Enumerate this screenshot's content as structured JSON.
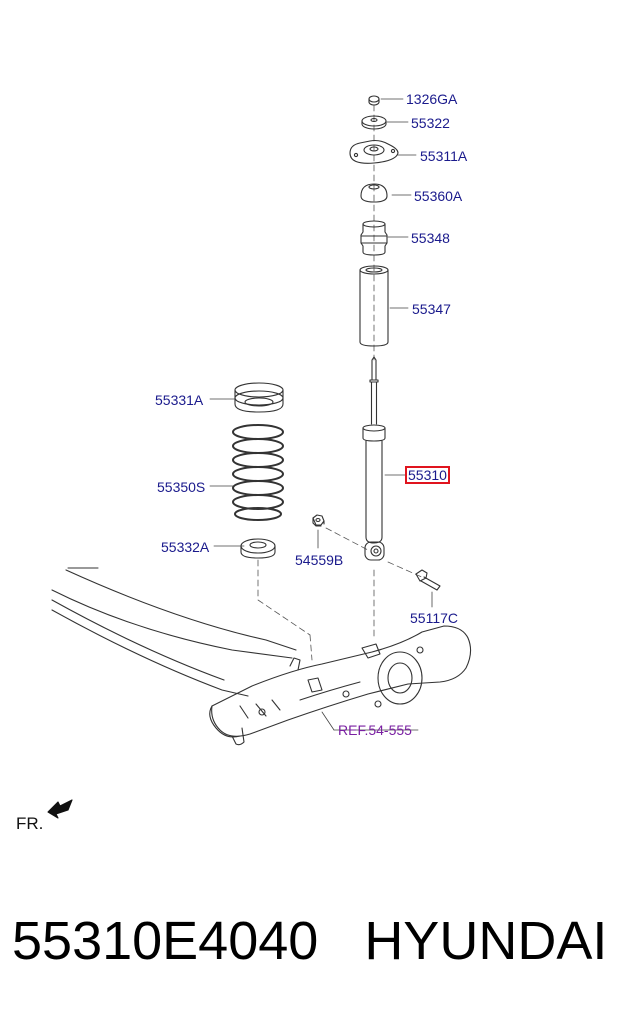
{
  "diagram": {
    "callouts": {
      "nut": "1326GA",
      "washer": "55322",
      "mount": "55311A",
      "cap": "55360A",
      "bumper": "55348",
      "boot": "55347",
      "upper_pad": "55331A",
      "spring": "55350S",
      "lower_pad": "55332A",
      "shock": "55310",
      "flange_nut": "54559B",
      "bolt": "55117C",
      "ref": "REF.54-555"
    },
    "direction_label": "FR."
  },
  "footer": {
    "part_number": "55310E4040",
    "brand": "HYUNDAI"
  },
  "colors": {
    "label": "#1a1a8c",
    "ref_label": "#7a1fa2",
    "highlight_box": "#e0141e",
    "line_art": "#333333"
  }
}
